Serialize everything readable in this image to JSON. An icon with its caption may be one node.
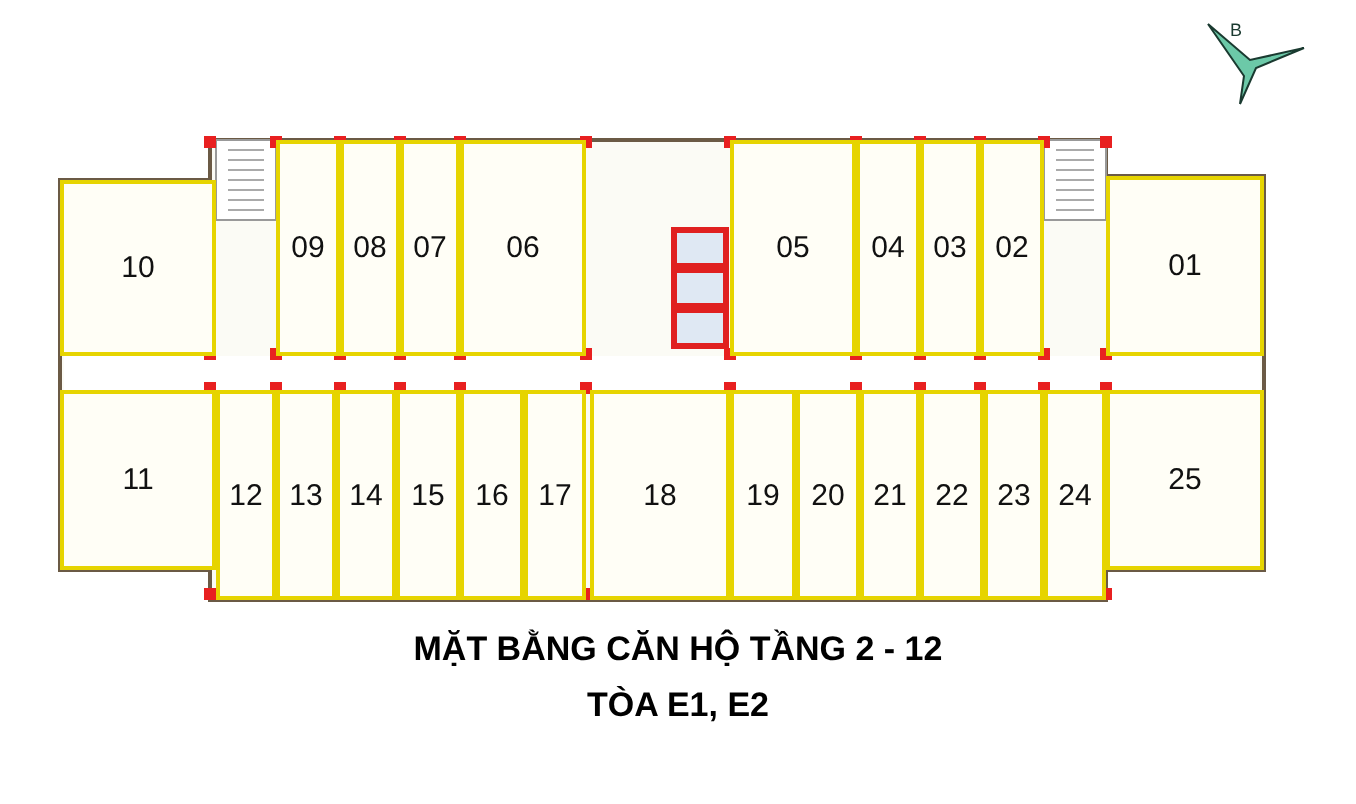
{
  "diagram": {
    "title": "MẶT BẰNG CĂN HỘ TẦNG 2 - 12",
    "caption": "TÒA E1, E2",
    "nodes": [
      {
        "text": [
          "10"
        ]
      },
      {
        "text": [
          "09"
        ]
      },
      {
        "text": [
          "08"
        ]
      },
      {
        "text": [
          "07"
        ]
      },
      {
        "text": [
          "06"
        ]
      },
      {
        "text": [
          "05"
        ]
      },
      {
        "text": [
          "04"
        ]
      },
      {
        "text": [
          "03"
        ]
      },
      {
        "text": [
          "02"
        ]
      },
      {
        "text": [
          "01"
        ]
      },
      {
        "text": [
          "11"
        ]
      },
      {
        "text": [
          "12"
        ]
      },
      {
        "text": [
          "13"
        ]
      },
      {
        "text": [
          "14"
        ]
      },
      {
        "text": [
          "15"
        ]
      },
      {
        "text": [
          "16"
        ]
      },
      {
        "text": [
          "17"
        ]
      },
      {
        "text": [
          "18"
        ]
      },
      {
        "text": [
          "19"
        ]
      },
      {
        "text": [
          "20"
        ]
      },
      {
        "text": [
          "21"
        ]
      },
      {
        "text": [
          "22"
        ]
      },
      {
        "text": [
          "23"
        ]
      },
      {
        "text": [
          "24"
        ]
      },
      {
        "text": [
          "25"
        ]
      }
    ],
    "labels": [
      "B"
    ]
  }
}
